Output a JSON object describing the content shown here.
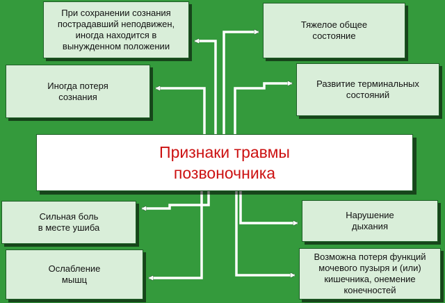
{
  "colors": {
    "background": "#349a3c",
    "box_fill": "#d9eed9",
    "center_fill": "#ffffff",
    "title_text": "#cc1111",
    "connector": "#ffffff"
  },
  "diagram": {
    "central_topic": "Признаки травмы\nпозвоночника",
    "signs": {
      "conscious_immobile": "При сохранении сознания\nпострадавший неподвижен,\nиногда находится в\nвынужденном положении",
      "severe_condition": "Тяжелое общее\nсостояние",
      "loss_of_consciousness": "Иногда потеря\nсознания",
      "terminal_states": "Развитие терминальных\nсостояний",
      "severe_pain": "Сильная боль\nв месте ушиба",
      "breathing_disorder": "Нарушение\nдыхания",
      "muscle_weakness": "Ослабление\nмышц",
      "bladder_bowel_loss": "Возможна потеря функций\nмочевого пузыря и (или)\nкишечника, онемение\nконечностей"
    }
  }
}
